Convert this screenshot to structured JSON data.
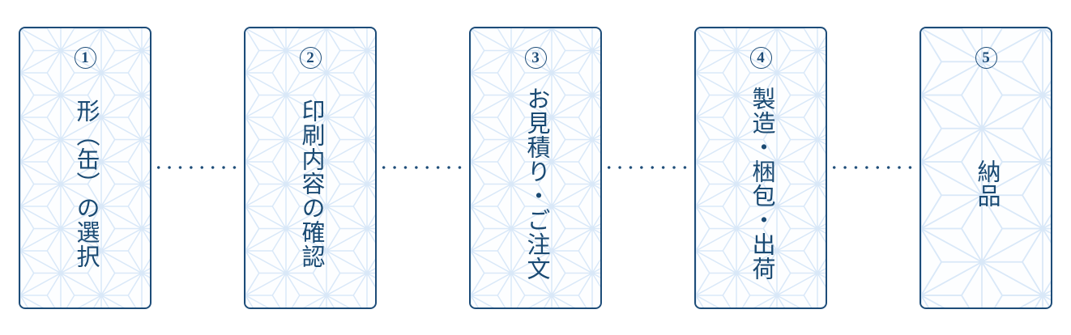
{
  "diagram": {
    "kind": "process-flow",
    "step_count": 5
  },
  "steps": [
    {
      "number": "1",
      "title": "形（缶）の選択"
    },
    {
      "number": "2",
      "title": "印刷内容の確認"
    },
    {
      "number": "3",
      "title": "お見積り・ご注文"
    },
    {
      "number": "4",
      "title": "製造・梱包・出荷"
    },
    {
      "number": "5",
      "title": "納品"
    }
  ],
  "colors": {
    "navy_border": "#1d4c78",
    "navy_text": "#1a4a73",
    "pattern_line": "#d9e8f8",
    "card_background": "#fdfeff",
    "page_background": "#ffffff"
  },
  "icons": {
    "background_motif": "asanoha-pattern",
    "connector_style": "dotted-line"
  }
}
